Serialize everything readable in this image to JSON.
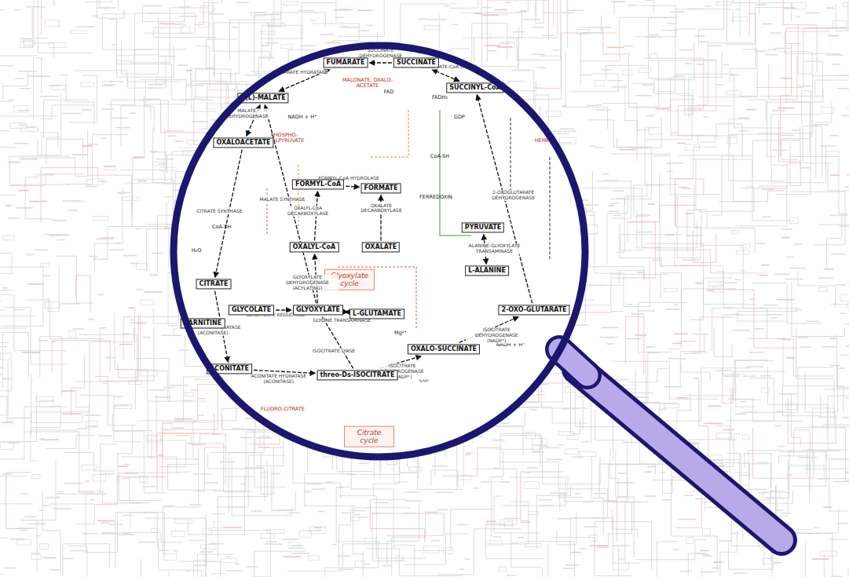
{
  "diagram": {
    "nodes": [
      {
        "text": [
          "FUMARATE"
        ]
      },
      {
        "text": [
          "SUCCINATE"
        ]
      },
      {
        "text": [
          "SUCCINYL-CoA"
        ]
      },
      {
        "text": [
          "S(L)-MALATE"
        ]
      },
      {
        "text": [
          "OXALOACETATE"
        ]
      },
      {
        "text": [
          "FORMYL-CoA"
        ]
      },
      {
        "text": [
          "FORMATE"
        ]
      },
      {
        "text": [
          "PYRUVATE"
        ]
      },
      {
        "text": [
          "OXALYL-CoA"
        ]
      },
      {
        "text": [
          "OXALATE"
        ]
      },
      {
        "text": [
          "L-ALANINE"
        ]
      },
      {
        "text": [
          "CITRATE"
        ]
      },
      {
        "text": [
          "GLYCOLATE"
        ]
      },
      {
        "text": [
          "GLYOXYLATE"
        ]
      },
      {
        "text": [
          "L-GLUTAMATE"
        ]
      },
      {
        "text": [
          "2-OXO-GLUTARATE"
        ]
      },
      {
        "text": [
          "CARNITINE"
        ]
      },
      {
        "text": [
          "threo-Ds-ISOCITRATE"
        ]
      },
      {
        "text": [
          "OXALO-SUCCINATE"
        ]
      },
      {
        "text": [
          "ACONITATE"
        ]
      }
    ],
    "edges": [
      {
        "from": 4,
        "to": 11,
        "arrow": "to",
        "label": "CITRATE SYNTHASE"
      },
      {
        "from": 11,
        "to": 19,
        "arrow": "to",
        "label": "ACONITATE HYDRATASE (ACONITASE)"
      },
      {
        "from": 19,
        "to": 17,
        "arrow": "to",
        "label": "ACONITATE HYDRATASE (ACONITASE)"
      },
      {
        "from": 17,
        "to": 18,
        "arrow": "to",
        "label": "ISOCITRATE DEHYDROGENASE (NADP⁺)"
      },
      {
        "from": 18,
        "to": 15,
        "arrow": "to",
        "label": "ISOCITRATE DEHYDROGENASE (NADP⁺)"
      },
      {
        "from": 15,
        "to": 2,
        "arrow": "to",
        "label": "2-OXOGLUTARATE DEHYDROGENASE"
      },
      {
        "from": 2,
        "to": 1,
        "arrow": "both",
        "label": "SUCCINATE-CoA LIGASE"
      },
      {
        "from": 1,
        "to": 0,
        "arrow": "to",
        "label": "SUCCINATE DEHYDROGENASE"
      },
      {
        "from": 0,
        "to": 3,
        "arrow": "both",
        "label": "FUMARATE HYDRATASE"
      },
      {
        "from": 3,
        "to": 4,
        "arrow": "both",
        "label": "MALATE DEHYDROGENASE"
      },
      {
        "from": 17,
        "to": 13,
        "arrow": "to",
        "label": "ISOCITRATE LYASE"
      },
      {
        "from": 13,
        "to": 3,
        "arrow": "to",
        "label": "MALATE SYNTHASE"
      },
      {
        "from": 12,
        "to": 13,
        "arrow": "to",
        "label": "GLYOXYLATE REDUCTASE"
      },
      {
        "from": 13,
        "to": 8,
        "arrow": "to",
        "label": "GLYOXYLATE DEHYDROGENASE (ACYLATING)"
      },
      {
        "from": 8,
        "to": 5,
        "arrow": "to",
        "label": "OXALYL-CoA DECARBOXYLASE"
      },
      {
        "from": 5,
        "to": 6,
        "arrow": "to",
        "label": "FORMYL-CoA HYDROLASE"
      },
      {
        "from": 9,
        "to": 6,
        "arrow": "to",
        "label": "OXALATE DECARBOXYLASE"
      },
      {
        "from": 13,
        "to": 14,
        "arrow": "both",
        "label": "GLYCINE TRANSAMINASE"
      },
      {
        "from": 7,
        "to": 10,
        "arrow": "both",
        "label": "ALANINE-GLYOXYLATE TRANSAMINASE"
      }
    ],
    "labels": [
      "Glyoxylate cycle",
      "Citrate cycle",
      "NADH + H⁺",
      "CO₂",
      "H₂O",
      "CoA-SH",
      "FAD",
      "FADH₂",
      "GDP",
      "FLUORO-CITRATE",
      "PHOSPHO-ENOLPYRUVATE",
      "MALONATE, OXALO-ACETATE",
      "HEME",
      "FERREDOXIN",
      "CoA-SH",
      "NADH + H⁺",
      "Mg²⁺"
    ]
  }
}
